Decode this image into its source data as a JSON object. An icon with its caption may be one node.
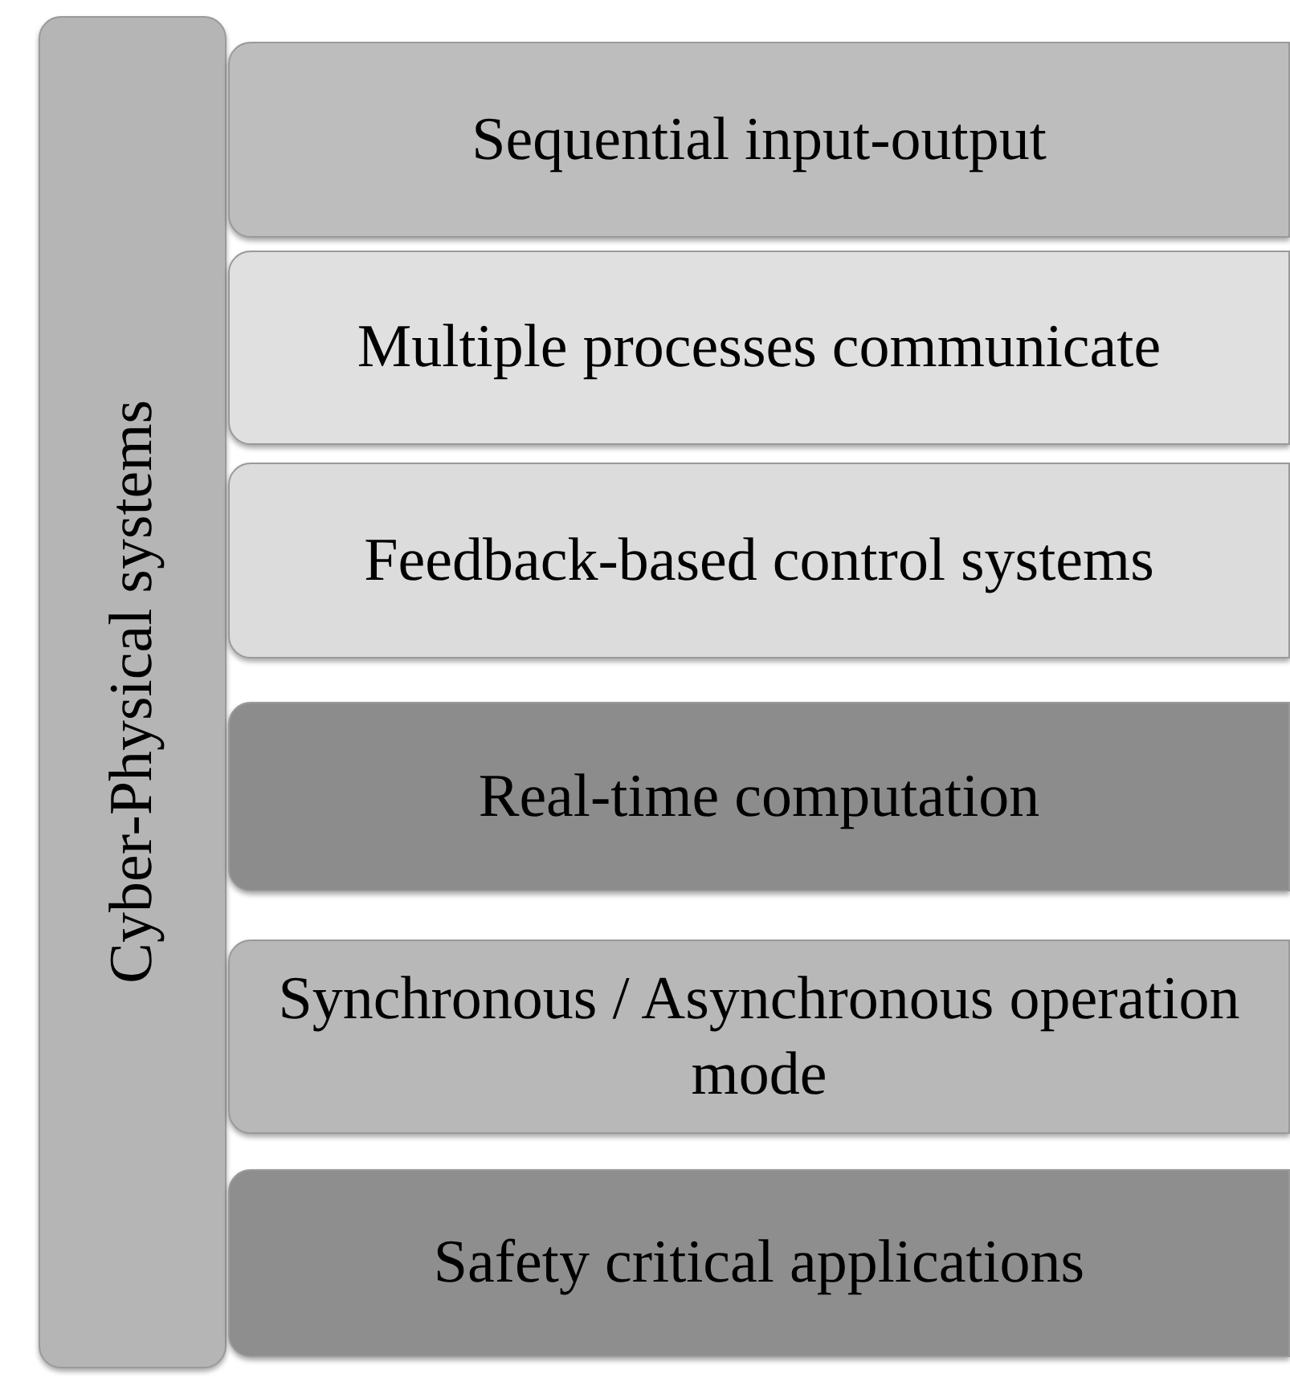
{
  "diagram": {
    "nodes": [
      {
        "text": [
          "Cyber-Physical systems"
        ]
      },
      {
        "text": [
          "Sequential input-output"
        ]
      },
      {
        "text": [
          "Multiple processes communicate"
        ]
      },
      {
        "text": [
          "Feedback-based control systems"
        ]
      },
      {
        "text": [
          "Real-time computation"
        ]
      },
      {
        "text": [
          "Synchronous / Asynchronous operation mode"
        ]
      },
      {
        "text": [
          "Safety critical applications"
        ]
      }
    ]
  }
}
